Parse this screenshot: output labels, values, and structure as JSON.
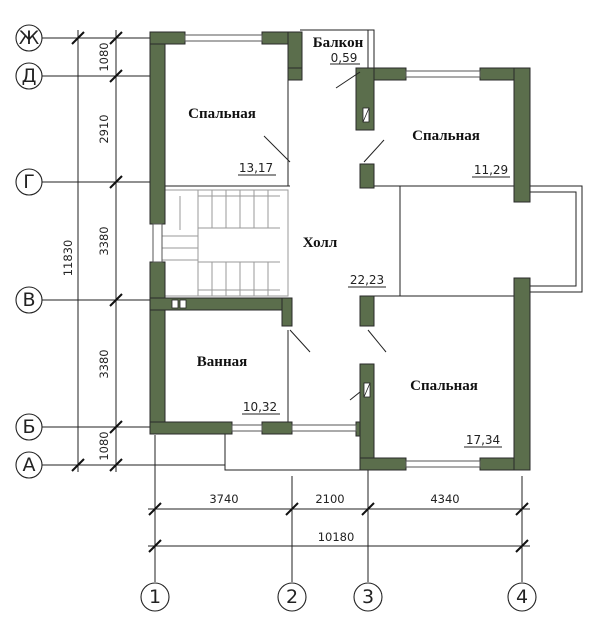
{
  "rooms": {
    "balcony": {
      "name": "Балкон",
      "area": "0,59"
    },
    "bedroom_nw": {
      "name": "Спальная",
      "area": "13,17"
    },
    "bedroom_ne": {
      "name": "Спальная",
      "area": "11,29"
    },
    "hall": {
      "name": "Холл",
      "area": "22,23"
    },
    "bathroom": {
      "name": "Ванная",
      "area": "10,32"
    },
    "bedroom_se": {
      "name": "Спальная",
      "area": "17,34"
    }
  },
  "axes": {
    "rows": [
      "Ж",
      "Д",
      "Г",
      "В",
      "Б",
      "А"
    ],
    "cols": [
      "1",
      "2",
      "3",
      "4"
    ]
  },
  "dimensions": {
    "left_segments": [
      "1080",
      "2910",
      "3380",
      "3380",
      "1080"
    ],
    "left_total": "11830",
    "bottom_segments": [
      "3740",
      "2100",
      "4340"
    ],
    "bottom_total": "10180"
  },
  "colors": {
    "wall": "#5b6e4c"
  }
}
